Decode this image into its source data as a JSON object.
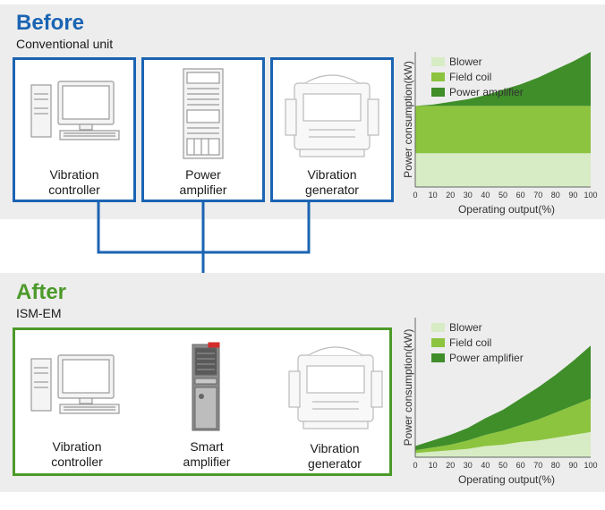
{
  "before": {
    "heading": "Before",
    "subheading": "Conventional unit",
    "units": [
      {
        "label": "Vibration\ncontroller",
        "icon": "desktop-computer-icon"
      },
      {
        "label": "Power\namplifier",
        "icon": "power-amplifier-rack-icon"
      },
      {
        "label": "Vibration\ngenerator",
        "icon": "vibration-generator-icon"
      }
    ]
  },
  "after": {
    "heading": "After",
    "subheading": "ISM-EM",
    "units": [
      {
        "label": "Vibration\ncontroller",
        "icon": "desktop-computer-icon"
      },
      {
        "label": "Smart\namplifier",
        "icon": "smart-amplifier-icon"
      },
      {
        "label": "Vibration\ngenerator",
        "icon": "vibration-generator-icon"
      }
    ]
  },
  "colors": {
    "before_accent": "#1b64b3",
    "after_accent": "#4c9a2a",
    "blower": "#d7ecc4",
    "field_coil": "#8cc43f",
    "power_amplifier": "#3f8e2a"
  },
  "chart_data": [
    {
      "type": "area",
      "stacked": true,
      "title": "",
      "xlabel": "Operating output(%)",
      "ylabel": "Power consumption(kW)",
      "x": [
        0,
        10,
        20,
        30,
        40,
        50,
        60,
        70,
        80,
        90,
        100
      ],
      "xlim": [
        0,
        100
      ],
      "ylim": [
        0,
        100
      ],
      "legend_position": "top-left",
      "series": [
        {
          "name": "Blower",
          "values": [
            25,
            25,
            25,
            25,
            25,
            25,
            25,
            25,
            25,
            25,
            25
          ]
        },
        {
          "name": "Field coil",
          "values": [
            35,
            35,
            35,
            35,
            35,
            35,
            35,
            35,
            35,
            35,
            35
          ]
        },
        {
          "name": "Power amplifier",
          "values": [
            0,
            1,
            3,
            5,
            8,
            12,
            16,
            21,
            27,
            33,
            40
          ]
        }
      ]
    },
    {
      "type": "area",
      "stacked": true,
      "title": "",
      "xlabel": "Operating output(%)",
      "ylabel": "Power consumption(kW)",
      "x": [
        0,
        10,
        20,
        30,
        40,
        50,
        60,
        70,
        80,
        90,
        100
      ],
      "xlim": [
        0,
        100
      ],
      "ylim": [
        0,
        100
      ],
      "legend_position": "top-left",
      "series": [
        {
          "name": "Blower",
          "values": [
            3,
            4,
            5,
            6,
            8,
            9,
            11,
            12,
            14,
            16,
            18
          ]
        },
        {
          "name": "Field coil",
          "values": [
            2,
            3,
            4,
            6,
            8,
            10,
            12,
            15,
            18,
            21,
            24
          ]
        },
        {
          "name": "Power amplifier",
          "values": [
            3,
            5,
            7,
            9,
            12,
            15,
            19,
            23,
            27,
            32,
            38
          ]
        }
      ]
    }
  ]
}
